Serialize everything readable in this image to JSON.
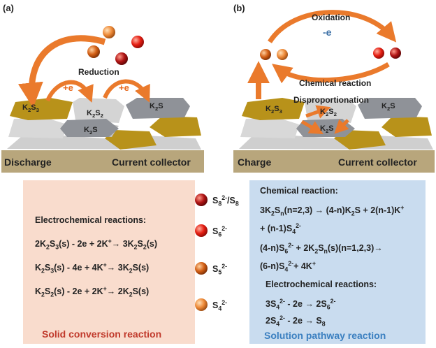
{
  "panel_a": {
    "label": "(a)",
    "reduction_label": "Reduction",
    "electron_gain_1": "+e",
    "electron_gain_2": "+e",
    "chip_k2s3": [
      "K",
      "2",
      "S",
      "3"
    ],
    "chip_k2s2": [
      "K",
      "2",
      "S",
      "2"
    ],
    "chip_k2s_top": [
      "K",
      "2",
      "S"
    ],
    "chip_k2s_mid": [
      "K",
      "2",
      "S"
    ],
    "bottom_left": "Discharge",
    "bottom_right": "Current collector"
  },
  "panel_b": {
    "label": "(b)",
    "oxidation_label": "Oxidation",
    "electron_loss": "-e",
    "chemical_reaction_label": "Chemical reaction",
    "disproportionation_label": "Disproportionation",
    "chip_k2s3": [
      "K",
      "2",
      "S",
      "3"
    ],
    "chip_k2s2": [
      "K",
      "2",
      "S",
      "2"
    ],
    "chip_k2s_top": [
      "K",
      "2",
      "S"
    ],
    "chip_k2s_mid": [
      "K",
      "2",
      "S"
    ],
    "bottom_left": "Charge",
    "bottom_right": "Current collector"
  },
  "legend": {
    "s8": [
      "S",
      "8",
      "2-",
      "/S",
      "8"
    ],
    "s6": [
      "S",
      "6",
      "2-"
    ],
    "s5": [
      "S",
      "5",
      "2-"
    ],
    "s4": [
      "S",
      "4",
      "2-"
    ]
  },
  "solid_box": {
    "heading": "Electrochemical reactions:",
    "eq1": [
      "2K",
      "2",
      "S",
      "3",
      "(s) - 2e + 2K",
      "+",
      "→ 3K",
      "2",
      "S",
      "2",
      "(s)"
    ],
    "eq2": [
      "K",
      "2",
      "S",
      "3",
      "(s) - 4e + 4K",
      "+",
      "→ 3K",
      "2",
      "S(s)"
    ],
    "eq3": [
      "K",
      "2",
      "S",
      "2",
      "(s) - 2e + 2K",
      "+",
      "→ 2K",
      "2",
      "S(s)"
    ],
    "title": "Solid conversion reaction"
  },
  "solution_box": {
    "heading1": "Chemical reaction:",
    "eq1a": [
      "3K",
      "2",
      "S",
      "n",
      "(n=2,3) → (4-n)K",
      "2",
      "S + 2(n-1)K",
      "+"
    ],
    "eq1b": [
      "+ (n-1)S",
      "4",
      "2-"
    ],
    "eq2a": [
      "(4-n)S",
      "6",
      "2-",
      " + 2K",
      "2",
      "S",
      "n",
      "(s)(n=1,2,3)→"
    ],
    "eq2b": [
      "(6-n)S",
      "4",
      "2-",
      "+ 4K",
      "+"
    ],
    "heading2": "Electrochemical reactions:",
    "eq3": [
      "3S",
      "4",
      "2-",
      " - 2e → 2S",
      "6",
      "2-"
    ],
    "eq4": [
      "2S",
      "4",
      "2-",
      " - 2e → S",
      "8"
    ],
    "title": "Solution pathway reaction"
  },
  "colors": {
    "arrow": "#ea7a2c",
    "electron": "#e8691e",
    "k2s3_chip": "#b8921a",
    "k2s_chip": "#8f9298",
    "k2s2_chip": "#d4d4d4",
    "collector": "#b8a67c",
    "solid_bg": "#f9dccd",
    "solution_bg": "#c9dcef",
    "solid_title": "#c0392b",
    "solution_title": "#3a7fc0",
    "electron_loss": "#3a6ea5"
  }
}
